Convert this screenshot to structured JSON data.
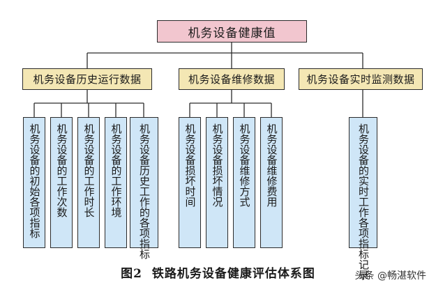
{
  "root": "机务设备健康值",
  "groups": [
    {
      "label": "机务设备历史运行数据",
      "leaves": [
        "机务设备的初始各项指标",
        "机务设备的工作次数",
        "机务设备的工作时长",
        "机务设备的工作环境",
        "机务设备历史工作的各项指标"
      ]
    },
    {
      "label": "机务设备维修数据",
      "leaves": [
        "机务设备损坏时间",
        "机务设备损坏情况",
        "机务设备维修方式",
        "机务设备维修费用"
      ]
    },
    {
      "label": "机务设备实时监测数据",
      "leaves": [
        "机务设备的实时工作各项指标记录"
      ]
    }
  ],
  "caption": {
    "figure_number": "图2",
    "title": "铁路机务设备健康评估体系图"
  },
  "watermark": "头条 @畅湛软件"
}
